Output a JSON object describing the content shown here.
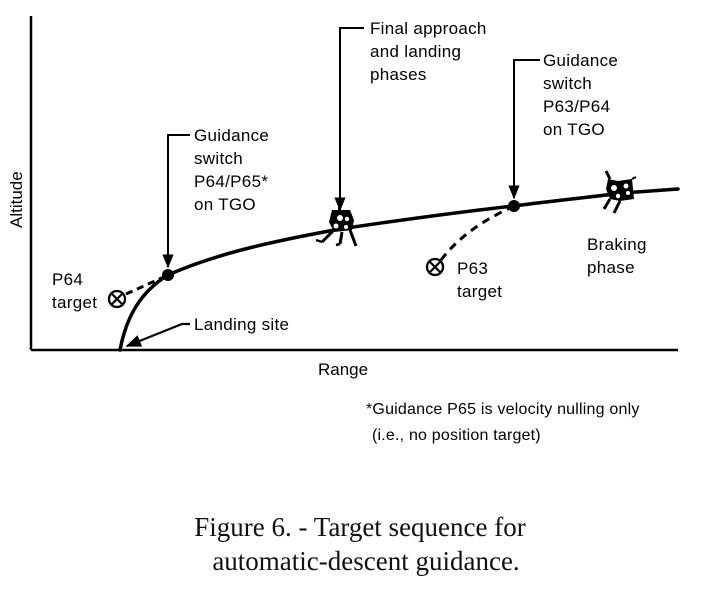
{
  "figure": {
    "caption_line1": "Figure 6. - Target sequence for",
    "caption_line2": "automatic-descent guidance."
  },
  "axes": {
    "x_label": "Range",
    "y_label": "Altitude"
  },
  "annotations": {
    "p64p65_switch": [
      "Guidance",
      "switch",
      "P64/P65*",
      "on TGO"
    ],
    "final_approach": [
      "Final approach",
      "and landing",
      "phases"
    ],
    "p63p64_switch": [
      "Guidance",
      "switch",
      "P63/P64",
      "on TGO"
    ],
    "braking_phase": [
      "Braking",
      "phase"
    ],
    "p64_target": [
      "P64",
      "target"
    ],
    "p63_target": [
      "P63",
      "target"
    ],
    "landing_site": "Landing site"
  },
  "footnote": {
    "line1": "*Guidance P65 is velocity nulling only",
    "line2": "(i.e., no position target)"
  },
  "icons": {
    "target_marker": "circle-x-target-icon",
    "lunar_module": "lunar-module-icon",
    "switch_point": "filled-dot-icon"
  },
  "chart_data": {
    "type": "diagram",
    "title": "Target sequence for automatic-descent guidance",
    "xlabel": "Range",
    "ylabel": "Altitude",
    "phases_in_flight_order": [
      "Braking phase (P63)",
      "Final approach phase (P64)",
      "Landing phase (P65)"
    ],
    "switch_points": [
      "P63/P64 on TGO",
      "P64/P65 on TGO"
    ],
    "targets": [
      "P63 target",
      "P64 target"
    ],
    "note": "Guidance P65 is velocity nulling only (i.e., no position target)"
  }
}
